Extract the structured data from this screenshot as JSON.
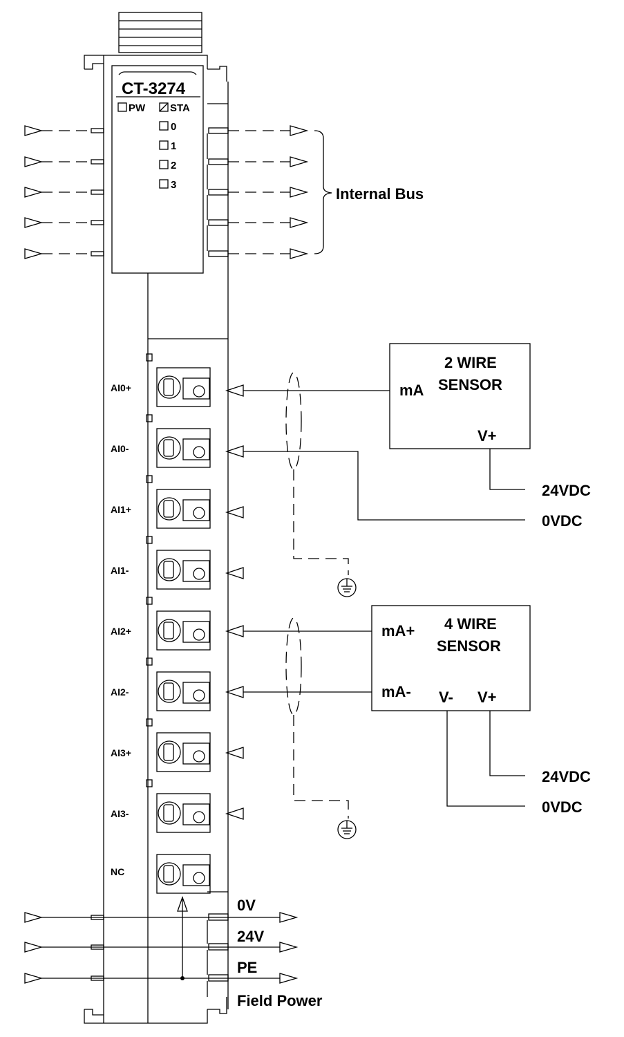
{
  "module": {
    "model": "CT-3274",
    "led_pw": "PW",
    "led_sta": "STA",
    "channel_leds": [
      "0",
      "1",
      "2",
      "3"
    ]
  },
  "internal_bus_label": "Internal Bus",
  "terminals": [
    "AI0+",
    "AI0-",
    "AI1+",
    "AI1-",
    "AI2+",
    "AI2-",
    "AI3+",
    "AI3-",
    "NC"
  ],
  "sensor_2wire": {
    "title_line1": "2 WIRE",
    "title_line2": "SENSOR",
    "port_ma": "mA",
    "port_vplus": "V+",
    "supply_24": "24VDC",
    "supply_0": "0VDC"
  },
  "sensor_4wire": {
    "title_line1": "4 WIRE",
    "title_line2": "SENSOR",
    "port_ma_plus": "mA+",
    "port_ma_minus": "mA-",
    "port_vminus": "V-",
    "port_vplus": "V+",
    "supply_24": "24VDC",
    "supply_0": "0VDC"
  },
  "field_power": {
    "line_0v": "0V",
    "line_24v": "24V",
    "line_pe": "PE",
    "label": "Field Power"
  }
}
